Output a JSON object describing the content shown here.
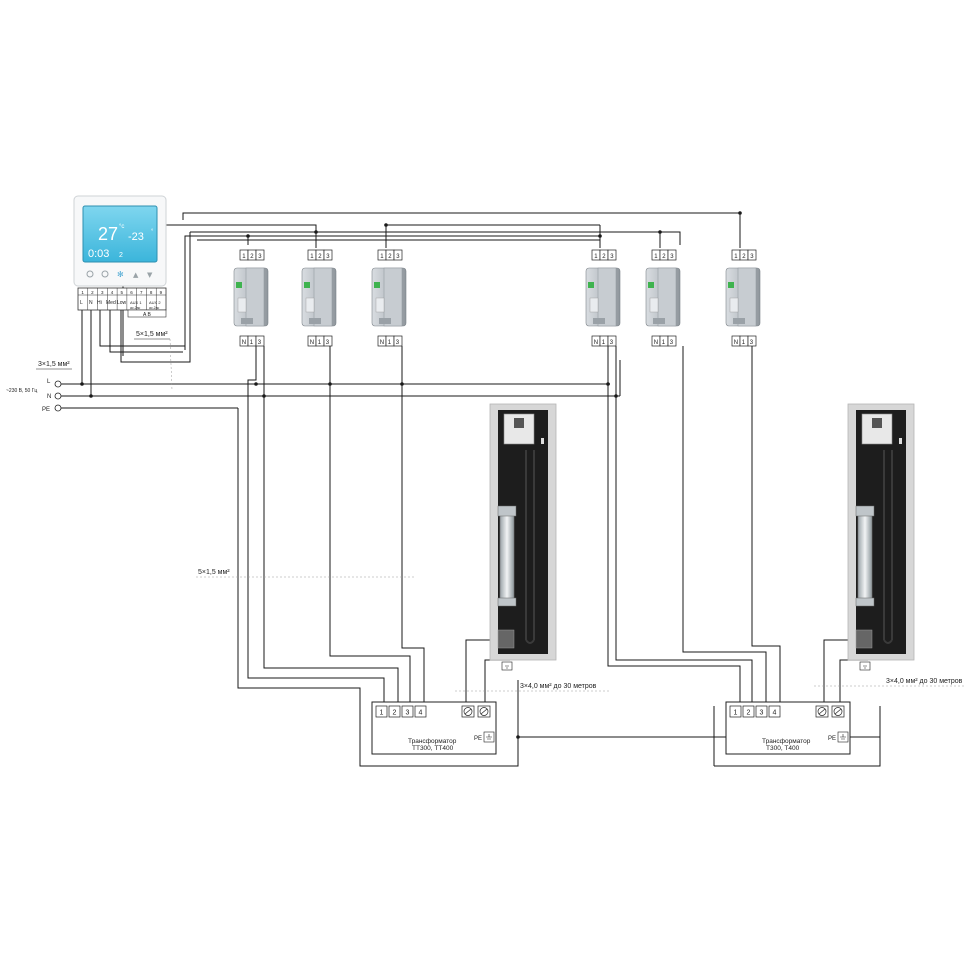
{
  "thermostat": {
    "temperature": "27",
    "temp_unit": "°c",
    "set_temperature": "-23",
    "set_unit": "°",
    "clock": "0:03",
    "fan_mode": "2",
    "terminal_numbers": [
      "1",
      "2",
      "3",
      "4",
      "5",
      "6",
      "7",
      "8",
      "9"
    ],
    "terminal_labels": [
      "L",
      "N",
      "Hi",
      "Med",
      "Low",
      "AUX 1",
      "AUX 2"
    ],
    "aux_sublabels": [
      "ac.2ac",
      "ac.2ac"
    ],
    "bottom_label": "A B"
  },
  "power": {
    "line_L": "L",
    "line_N": "N",
    "line_PE": "PE",
    "supply_label": "~230 В, 50 Гц"
  },
  "relay": {
    "top_terminals": [
      "1",
      "2",
      "3"
    ],
    "bottom_terminals": [
      "N",
      "1",
      "3"
    ]
  },
  "cables": {
    "power_in": "3×1,5 мм²",
    "thermostat_out": "5×1,5 мм²",
    "relays_to_transformer": "5×1,5 мм²",
    "heater_left": "3×4,0 мм² до 30 метров",
    "heater_right": "3×4,0 мм² до 30 метров"
  },
  "transformers": [
    {
      "terminals": [
        "1",
        "2",
        "3",
        "4"
      ],
      "pe": "PE",
      "title": "Трансформатор",
      "model": "ТТ300, ТТ400"
    },
    {
      "terminals": [
        "1",
        "2",
        "3",
        "4"
      ],
      "pe": "PE",
      "title": "Трансформатор",
      "model": "Т300, Т400"
    }
  ],
  "colors": {
    "wire": "#1a1a1a",
    "thermostat_screen": "#59c6e6",
    "relay_body": "#b9bec4",
    "relay_indicator": "#3fb34f",
    "heater_body": "#1d1d1d",
    "heater_frame": "#d7d7d7"
  }
}
